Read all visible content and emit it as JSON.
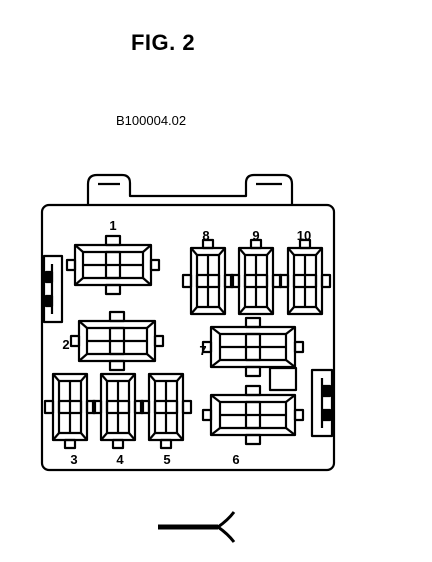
{
  "figure": {
    "title": "FIG. 2",
    "code": "B100004.02"
  },
  "relays": [
    {
      "label": "1"
    },
    {
      "label": "2"
    },
    {
      "label": "3"
    },
    {
      "label": "4"
    },
    {
      "label": "5"
    },
    {
      "label": "6"
    },
    {
      "label": "7"
    },
    {
      "label": "8"
    },
    {
      "label": "9"
    },
    {
      "label": "10"
    }
  ],
  "colors": {
    "ink": "#000000",
    "paper": "#ffffff"
  }
}
